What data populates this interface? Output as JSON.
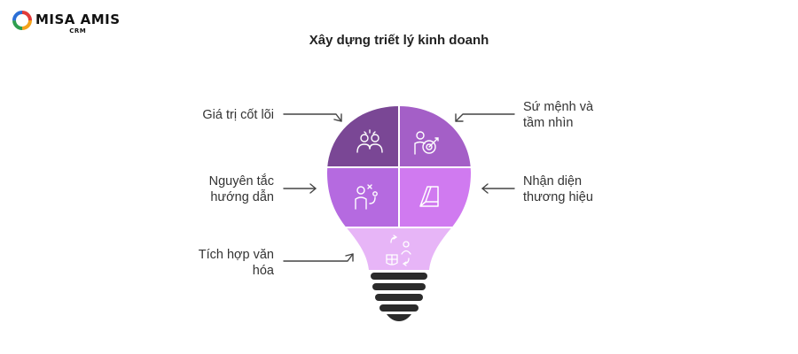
{
  "brand": {
    "name": "MISA AMIS",
    "sub": "CRM"
  },
  "title": "Xây dựng triết lý kinh doanh",
  "segments": [
    {
      "label": "Giá trị cốt lõi",
      "icon": "team-gears-icon",
      "color": "#7a4795"
    },
    {
      "label": "Sứ mệnh và\ntầm nhìn",
      "icon": "person-target-icon",
      "color": "#a45fc7"
    },
    {
      "label": "Nguyên tắc\nhướng dẫn",
      "icon": "person-strategy-icon",
      "color": "#b56ae0"
    },
    {
      "label": "Nhận diện\nthương hiệu",
      "icon": "brand-box-icon",
      "color": "#d07af0"
    },
    {
      "label": "Tích hợp văn\nhóa",
      "icon": "culture-exchange-icon",
      "color": "#e7b5f7"
    }
  ],
  "colors": {
    "arrow": "#444444",
    "bulb_base": "#2b2b2b",
    "text": "#333333"
  }
}
